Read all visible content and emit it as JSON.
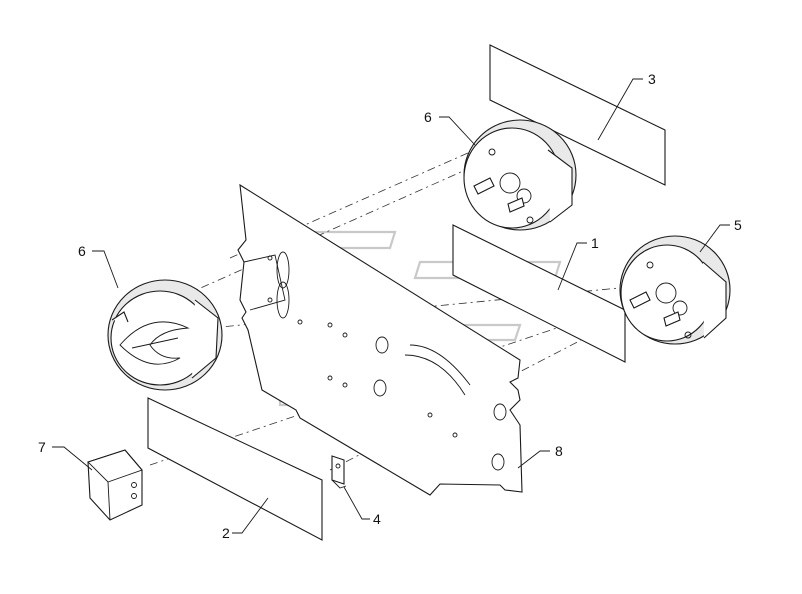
{
  "diagram": {
    "type": "exploded-parts-view",
    "callouts": [
      {
        "id": "callout-1",
        "label": "1"
      },
      {
        "id": "callout-2",
        "label": "2"
      },
      {
        "id": "callout-3",
        "label": "3"
      },
      {
        "id": "callout-4",
        "label": "4"
      },
      {
        "id": "callout-5",
        "label": "5"
      },
      {
        "id": "callout-6a",
        "label": "6"
      },
      {
        "id": "callout-6b",
        "label": "6"
      },
      {
        "id": "callout-7",
        "label": "7"
      },
      {
        "id": "callout-8",
        "label": "8"
      }
    ]
  }
}
